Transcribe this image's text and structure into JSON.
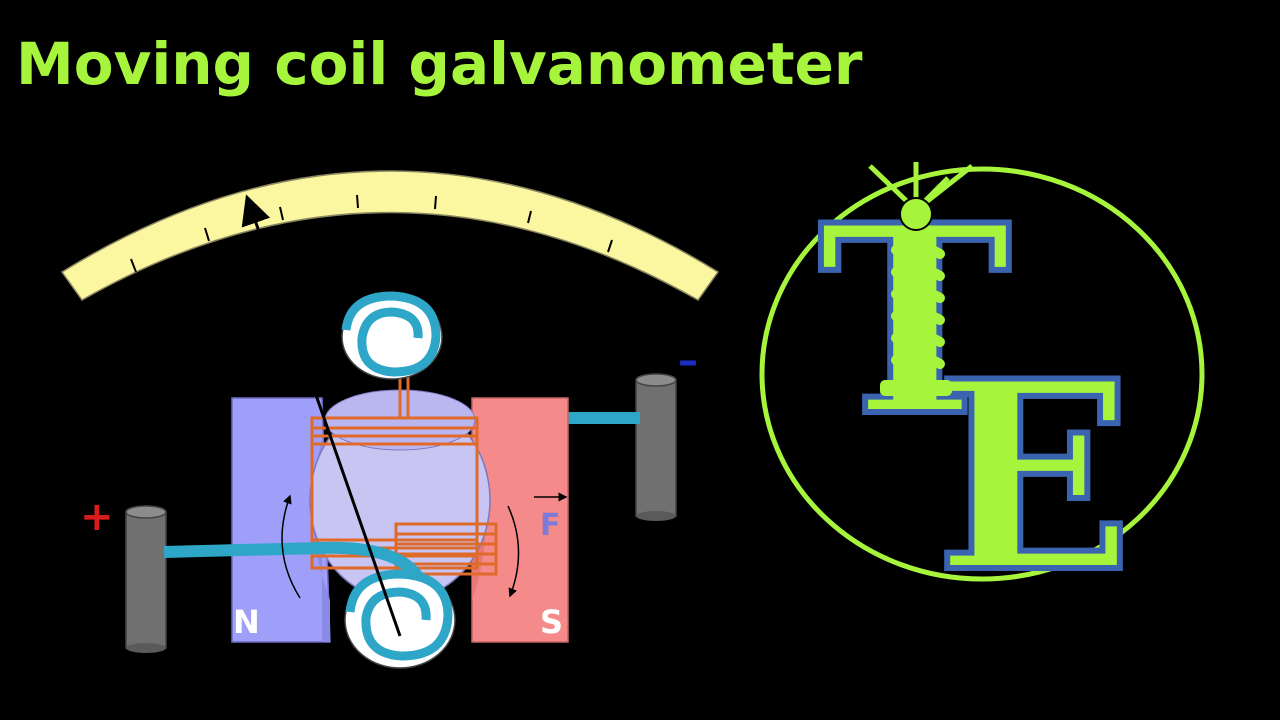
{
  "title": "Moving coil galvanometer",
  "labels": {
    "north": "N",
    "south": "S",
    "force": "F",
    "positive": "+",
    "negative": "–"
  },
  "logo": {
    "letter_top": "T",
    "letter_bottom": "E"
  },
  "colors": {
    "title": "#a6f53c",
    "scale": "#fbf6a0",
    "north_magnet": "#9f9ef8",
    "south_magnet": "#f58a8a",
    "coil": "#e06a28",
    "wire": "#2ea6c8",
    "drum": "#c9c5f3",
    "terminal": "#707070",
    "positive": "#d81b1b",
    "negative": "#1a2fc2",
    "logo_green": "#a6f53c",
    "logo_blue": "#3a64b0"
  }
}
